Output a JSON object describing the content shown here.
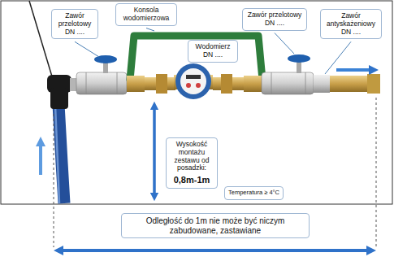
{
  "diagram": {
    "nodes": [
      {
        "text": [
          "Zawór przelotowy DN ...."
        ]
      },
      {
        "text": [
          "Konsola wodomierzowa"
        ]
      },
      {
        "text": [
          "Wodomierz DN ...."
        ]
      },
      {
        "text": [
          "Zawór przelotowy DN ...."
        ]
      },
      {
        "text": [
          "Zawór antyskażeniowy DN ...."
        ]
      },
      {
        "text": [
          "Wysokość montażu zestawu od posadzki:",
          "0,8m-1m"
        ]
      },
      {
        "text": [
          "Temperatura ≥ 4°C"
        ]
      },
      {
        "text": [
          "Odległość do 1m nie może być niczym zabudowane, zastawiane"
        ]
      }
    ]
  }
}
